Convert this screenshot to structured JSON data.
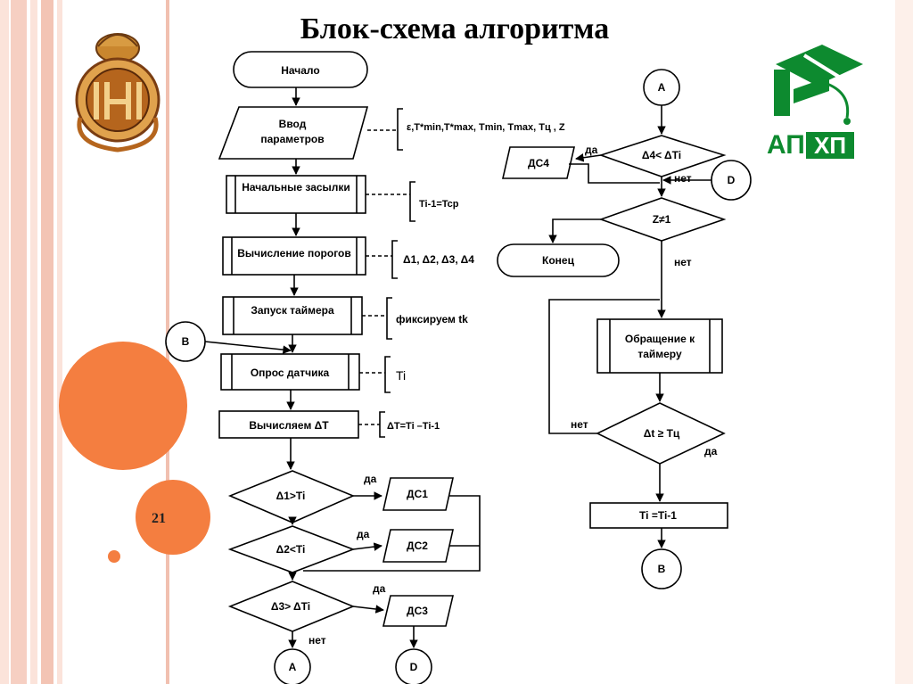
{
  "slide": {
    "title": "Блок-схема алгоритма",
    "page_number_partial": "21"
  },
  "logos": {
    "left": "crest-emblem",
    "right": {
      "icon": "graduation-cap-logo",
      "text": "АПХП",
      "color": "#0d8a2f"
    }
  },
  "colors": {
    "accent": "#f47e40",
    "stripe": "#f6cfc2",
    "line": "#000000"
  },
  "flowchart": {
    "left": {
      "start": "Начало",
      "input": {
        "line1": "Ввод",
        "line2": "параметров"
      },
      "input_note": "ε,T*min,T*max, Tmin, Tmax, Tц , Z",
      "init": "Начальные засылки",
      "init_note": "Ti-1=Tcp",
      "thresholds": "Вычисление порогов",
      "thresholds_note": "Δ1, Δ2, Δ3, Δ4",
      "timer_start": "Запуск таймера",
      "timer_note": "фиксируем tk",
      "sensor": "Опрос датчика",
      "sensor_note": "Ti",
      "delta": "Вычисляем ΔT",
      "delta_note": "ΔT=Ti –Ti-1",
      "connector_b": "B",
      "cond1": "Δ1>Ti",
      "cond2": "Δ2<Ti",
      "cond3": "Δ3> ΔTi",
      "yes": "да",
      "no": "нет",
      "ds1": "ДС1",
      "ds2": "ДС2",
      "ds3": "ДС3",
      "connector_a": "A",
      "connector_d": "D"
    },
    "right": {
      "connector_a": "A",
      "cond4": "Δ4< ΔTi",
      "yes": "да",
      "no": "нет",
      "ds4": "ДС4",
      "connector_d": "D",
      "zcond": "Z≠1",
      "end": "Конец",
      "timer_access": {
        "line1": "Обращение к",
        "line2": "таймеру"
      },
      "tcond": "Δt ≥ Tц",
      "assign": "Ti =Ti-1",
      "connector_b": "B"
    }
  }
}
